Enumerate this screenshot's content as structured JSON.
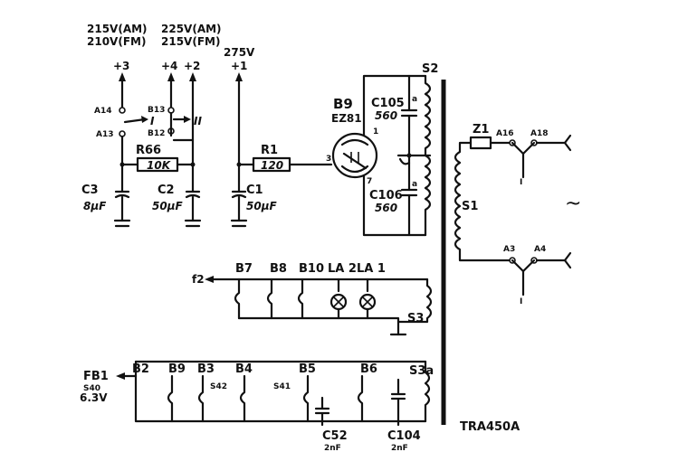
{
  "supply": {
    "v3_am": "215V(AM)",
    "v3_fm": "210V(FM)",
    "v2_am": "225V(AM)",
    "v2_fm": "215V(FM)",
    "v1": "275V",
    "n3": "+3",
    "n4": "+4",
    "n2": "+2",
    "n1": "+1"
  },
  "switches": {
    "a14": "A14",
    "a13": "A13",
    "b13": "B13",
    "b12": "B12",
    "roman1": "I",
    "roman2": "II"
  },
  "components": {
    "r66": "R66",
    "r66_val": "10K",
    "r1": "R1",
    "r1_val": "120",
    "c3": "C3",
    "c3_val": "8μF",
    "c2": "C2",
    "c2_val": "50μF",
    "c1": "C1",
    "c1_val": "50μF"
  },
  "tube": {
    "name": "B9",
    "type": "EZ81",
    "pin1": "1",
    "pin3": "3",
    "pin7": "7"
  },
  "caps_sec": {
    "c105": "C105",
    "c105_val": "560",
    "c106": "C106",
    "c106_val": "560",
    "mark_a": "a",
    "mark_b": "a"
  },
  "transformer": {
    "s2": "S2",
    "s1": "S1",
    "s3": "S3",
    "s3a": "S3a",
    "z1": "Z1",
    "a16": "A16",
    "a18": "A18",
    "a3": "A3",
    "a4": "A4",
    "ac": "~",
    "model": "TRA450A"
  },
  "heater": {
    "f2": "f2",
    "b7": "B7",
    "b8": "B8",
    "b10": "B10",
    "la2": "LA 2",
    "la1": "LA 1"
  },
  "filament": {
    "fb1": "FB1",
    "b2": "B2",
    "b9": "B9",
    "b3": "B3",
    "b4": "B4",
    "b5": "B5",
    "b6": "B6",
    "s40": "S40",
    "s42": "S42",
    "s41": "S41",
    "v63": "6.3V",
    "c52": "C52",
    "c52_val": "2nF",
    "c104": "C104",
    "c104_val": "2nF"
  }
}
